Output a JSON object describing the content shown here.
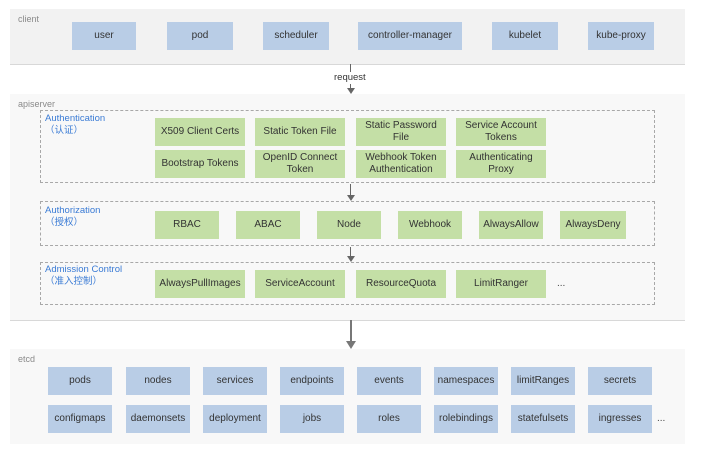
{
  "client": {
    "label": "client",
    "items": [
      "user",
      "pod",
      "scheduler",
      "controller-manager",
      "kubelet",
      "kube-proxy"
    ]
  },
  "request_label": "request",
  "apiserver": {
    "label": "apiserver",
    "authentication": {
      "title": "Authentication\n（认证）",
      "items": [
        "X509 Client Certs",
        "Static Token File",
        "Static Password\nFile",
        "Service Account\nTokens",
        "Bootstrap Tokens",
        "OpenID Connect\nToken",
        "Webhook Token\nAuthentication",
        "Authenticating\nProxy"
      ]
    },
    "authorization": {
      "title": "Authorization\n（授权）",
      "items": [
        "RBAC",
        "ABAC",
        "Node",
        "Webhook",
        "AlwaysAllow",
        "AlwaysDeny"
      ]
    },
    "admission": {
      "title": "Admission Control\n（准入控制）",
      "items": [
        "AlwaysPullImages",
        "ServiceAccount",
        "ResourceQuota",
        "LimitRanger"
      ],
      "more": "..."
    }
  },
  "etcd": {
    "label": "etcd",
    "row1": [
      "pods",
      "nodes",
      "services",
      "endpoints",
      "events",
      "namespaces",
      "limitRanges",
      "secrets"
    ],
    "row2": [
      "configmaps",
      "daemonsets",
      "deployment",
      "jobs",
      "roles",
      "rolebindings",
      "statefulsets",
      "ingresses"
    ],
    "more": "..."
  },
  "colors": {
    "blue_box": "#b9cde6",
    "green_box": "#c4dfa6",
    "title_blue": "#3a7bd5"
  }
}
